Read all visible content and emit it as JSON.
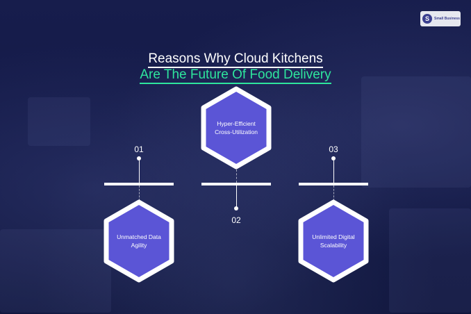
{
  "logo": {
    "mark": "S",
    "text": "Small Business"
  },
  "title": {
    "line1": "Reasons Why Cloud Kitchens",
    "line2": "Are The Future Of Food Delivery"
  },
  "items": [
    {
      "number": "01",
      "label": "Unmatched Data Agility"
    },
    {
      "number": "02",
      "label": "Hyper-Efficient Cross-Utilization"
    },
    {
      "number": "03",
      "label": "Unlimited Digital Scalability"
    }
  ],
  "colors": {
    "background": "#141a45",
    "accent": "#2ee59d",
    "hexagon_fill": "#5b55d6",
    "hexagon_border": "#ffffff"
  }
}
